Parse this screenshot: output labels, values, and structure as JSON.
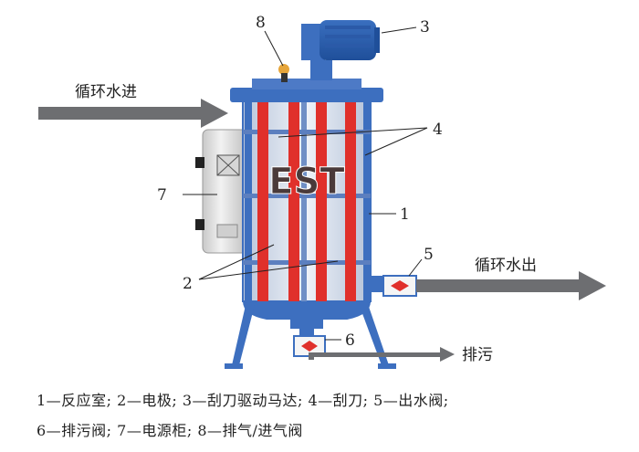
{
  "diagram": {
    "flow_in_label": "循环水进",
    "flow_out_label": "循环水出",
    "drain_label": "排污",
    "brand_text": "EST",
    "callouts": {
      "n1": "1",
      "n2": "2",
      "n3": "3",
      "n4": "4",
      "n5": "5",
      "n6": "6",
      "n7": "7",
      "n8": "8"
    },
    "colors": {
      "vessel_blue": "#3d6fbf",
      "electrode_red": "#e0302b",
      "arrow_gray": "#6d6e71",
      "cabinet_gray": "#dcdcdc"
    }
  },
  "legend": {
    "line1": "1—反应室; 2—电极; 3—刮刀驱动马达; 4—刮刀; 5—出水阀;",
    "line2": "6—排污阀; 7—电源柜; 8—排气/进气阀"
  }
}
